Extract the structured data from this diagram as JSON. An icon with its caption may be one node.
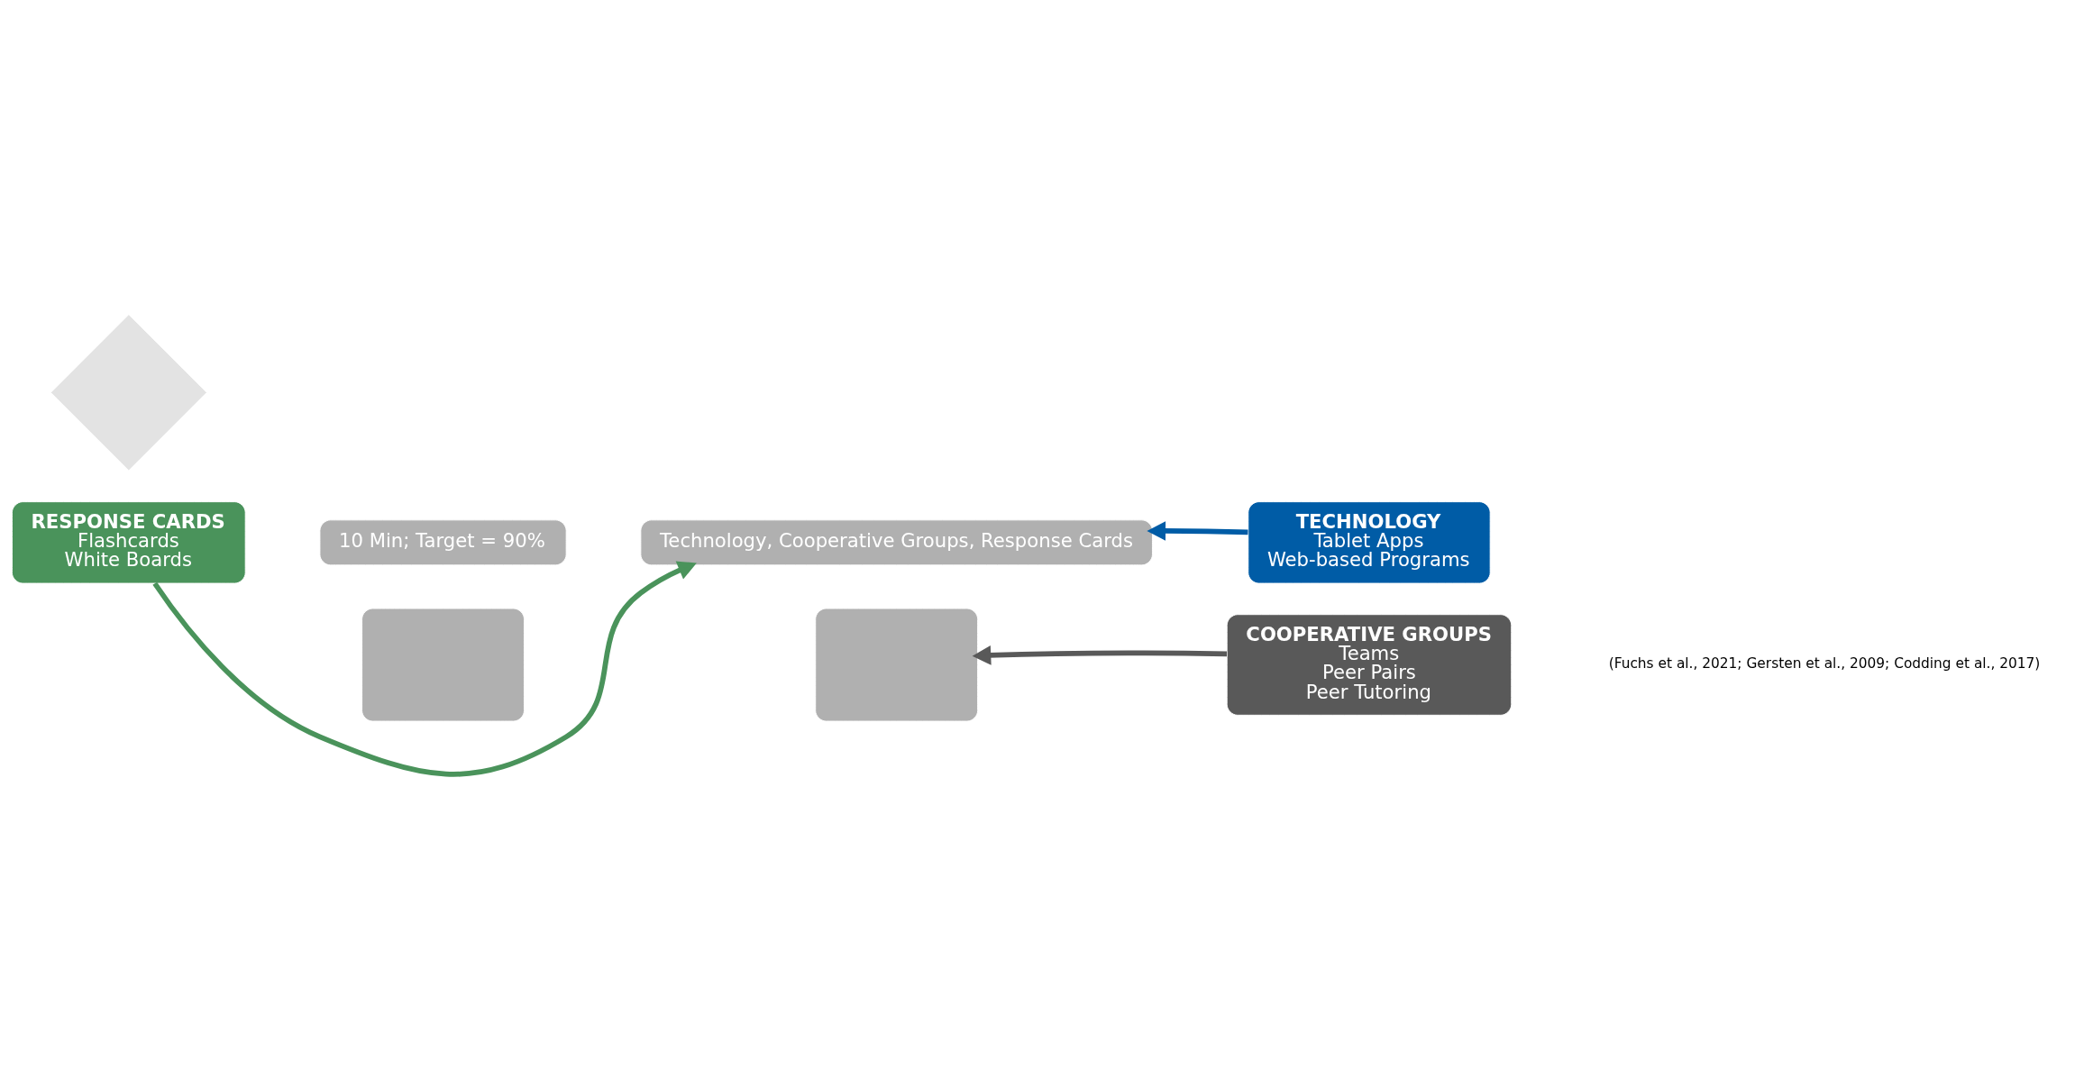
{
  "diagram": {
    "nodes": [
      {
        "text": [],
        "shape": "diamond"
      },
      {
        "text": [
          "10 Min; Target = 90%"
        ]
      },
      {
        "text": [
          "Technology, Cooperative Groups, Response Cards"
        ]
      },
      {
        "text": [],
        "shape": "box"
      },
      {
        "text": [],
        "shape": "box"
      },
      {
        "text": [
          "RESPONSE CARDS",
          "Flashcards",
          "White Boards"
        ]
      },
      {
        "text": [
          "TECHNOLOGY",
          "Tablet Apps",
          "Web-based Programs"
        ]
      },
      {
        "text": [
          "COOPERATIVE GROUPS",
          "Teams",
          "Peer Pairs",
          "Peer Tutoring"
        ]
      }
    ],
    "edges": [
      {
        "from": 5,
        "to": 2,
        "arrow": "to",
        "color": "#4a935b"
      },
      {
        "from": 6,
        "to": 2,
        "arrow": "to",
        "color": "#005ca6"
      },
      {
        "from": 7,
        "to": 4,
        "arrow": "to",
        "color": "#595959"
      }
    ],
    "labels": [
      "(Fuchs et al., 2021; Gersten et al., 2009; Codding et al., 2017)"
    ]
  }
}
